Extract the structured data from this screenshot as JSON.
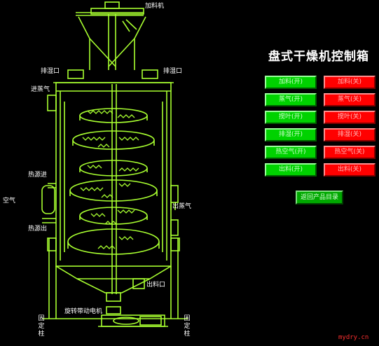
{
  "labels": {
    "feeder": "加料机",
    "vent_left": "排湿口",
    "vent_right": "排湿口",
    "steam_in": "进蒸气",
    "heat_in": "热源进",
    "air": "空气",
    "heat_out": "热源出",
    "steam_out": "出蒸气",
    "discharge_port": "出料口",
    "motor": "旋转带动电机",
    "column_left": "固定柱",
    "column_right": "固定柱"
  },
  "panel": {
    "title": "盘式干燥机控制箱",
    "buttons": [
      {
        "on": "加料(开)",
        "off": "加料(关)"
      },
      {
        "on": "蒸气(开)",
        "off": "蒸气(关)"
      },
      {
        "on": "搅叶(开)",
        "off": "搅叶(关)"
      },
      {
        "on": "排湿(开)",
        "off": "排湿(关)"
      },
      {
        "on": "热空气(开)",
        "off": "热空气(关)"
      },
      {
        "on": "出料(开)",
        "off": "出料(关)"
      }
    ],
    "return_button": "返回产品目录"
  },
  "watermark": "mydry.cn",
  "colors": {
    "line": "#a8ff30",
    "on_button": "#00d200",
    "off_button": "#ff0000",
    "background": "#000000"
  }
}
